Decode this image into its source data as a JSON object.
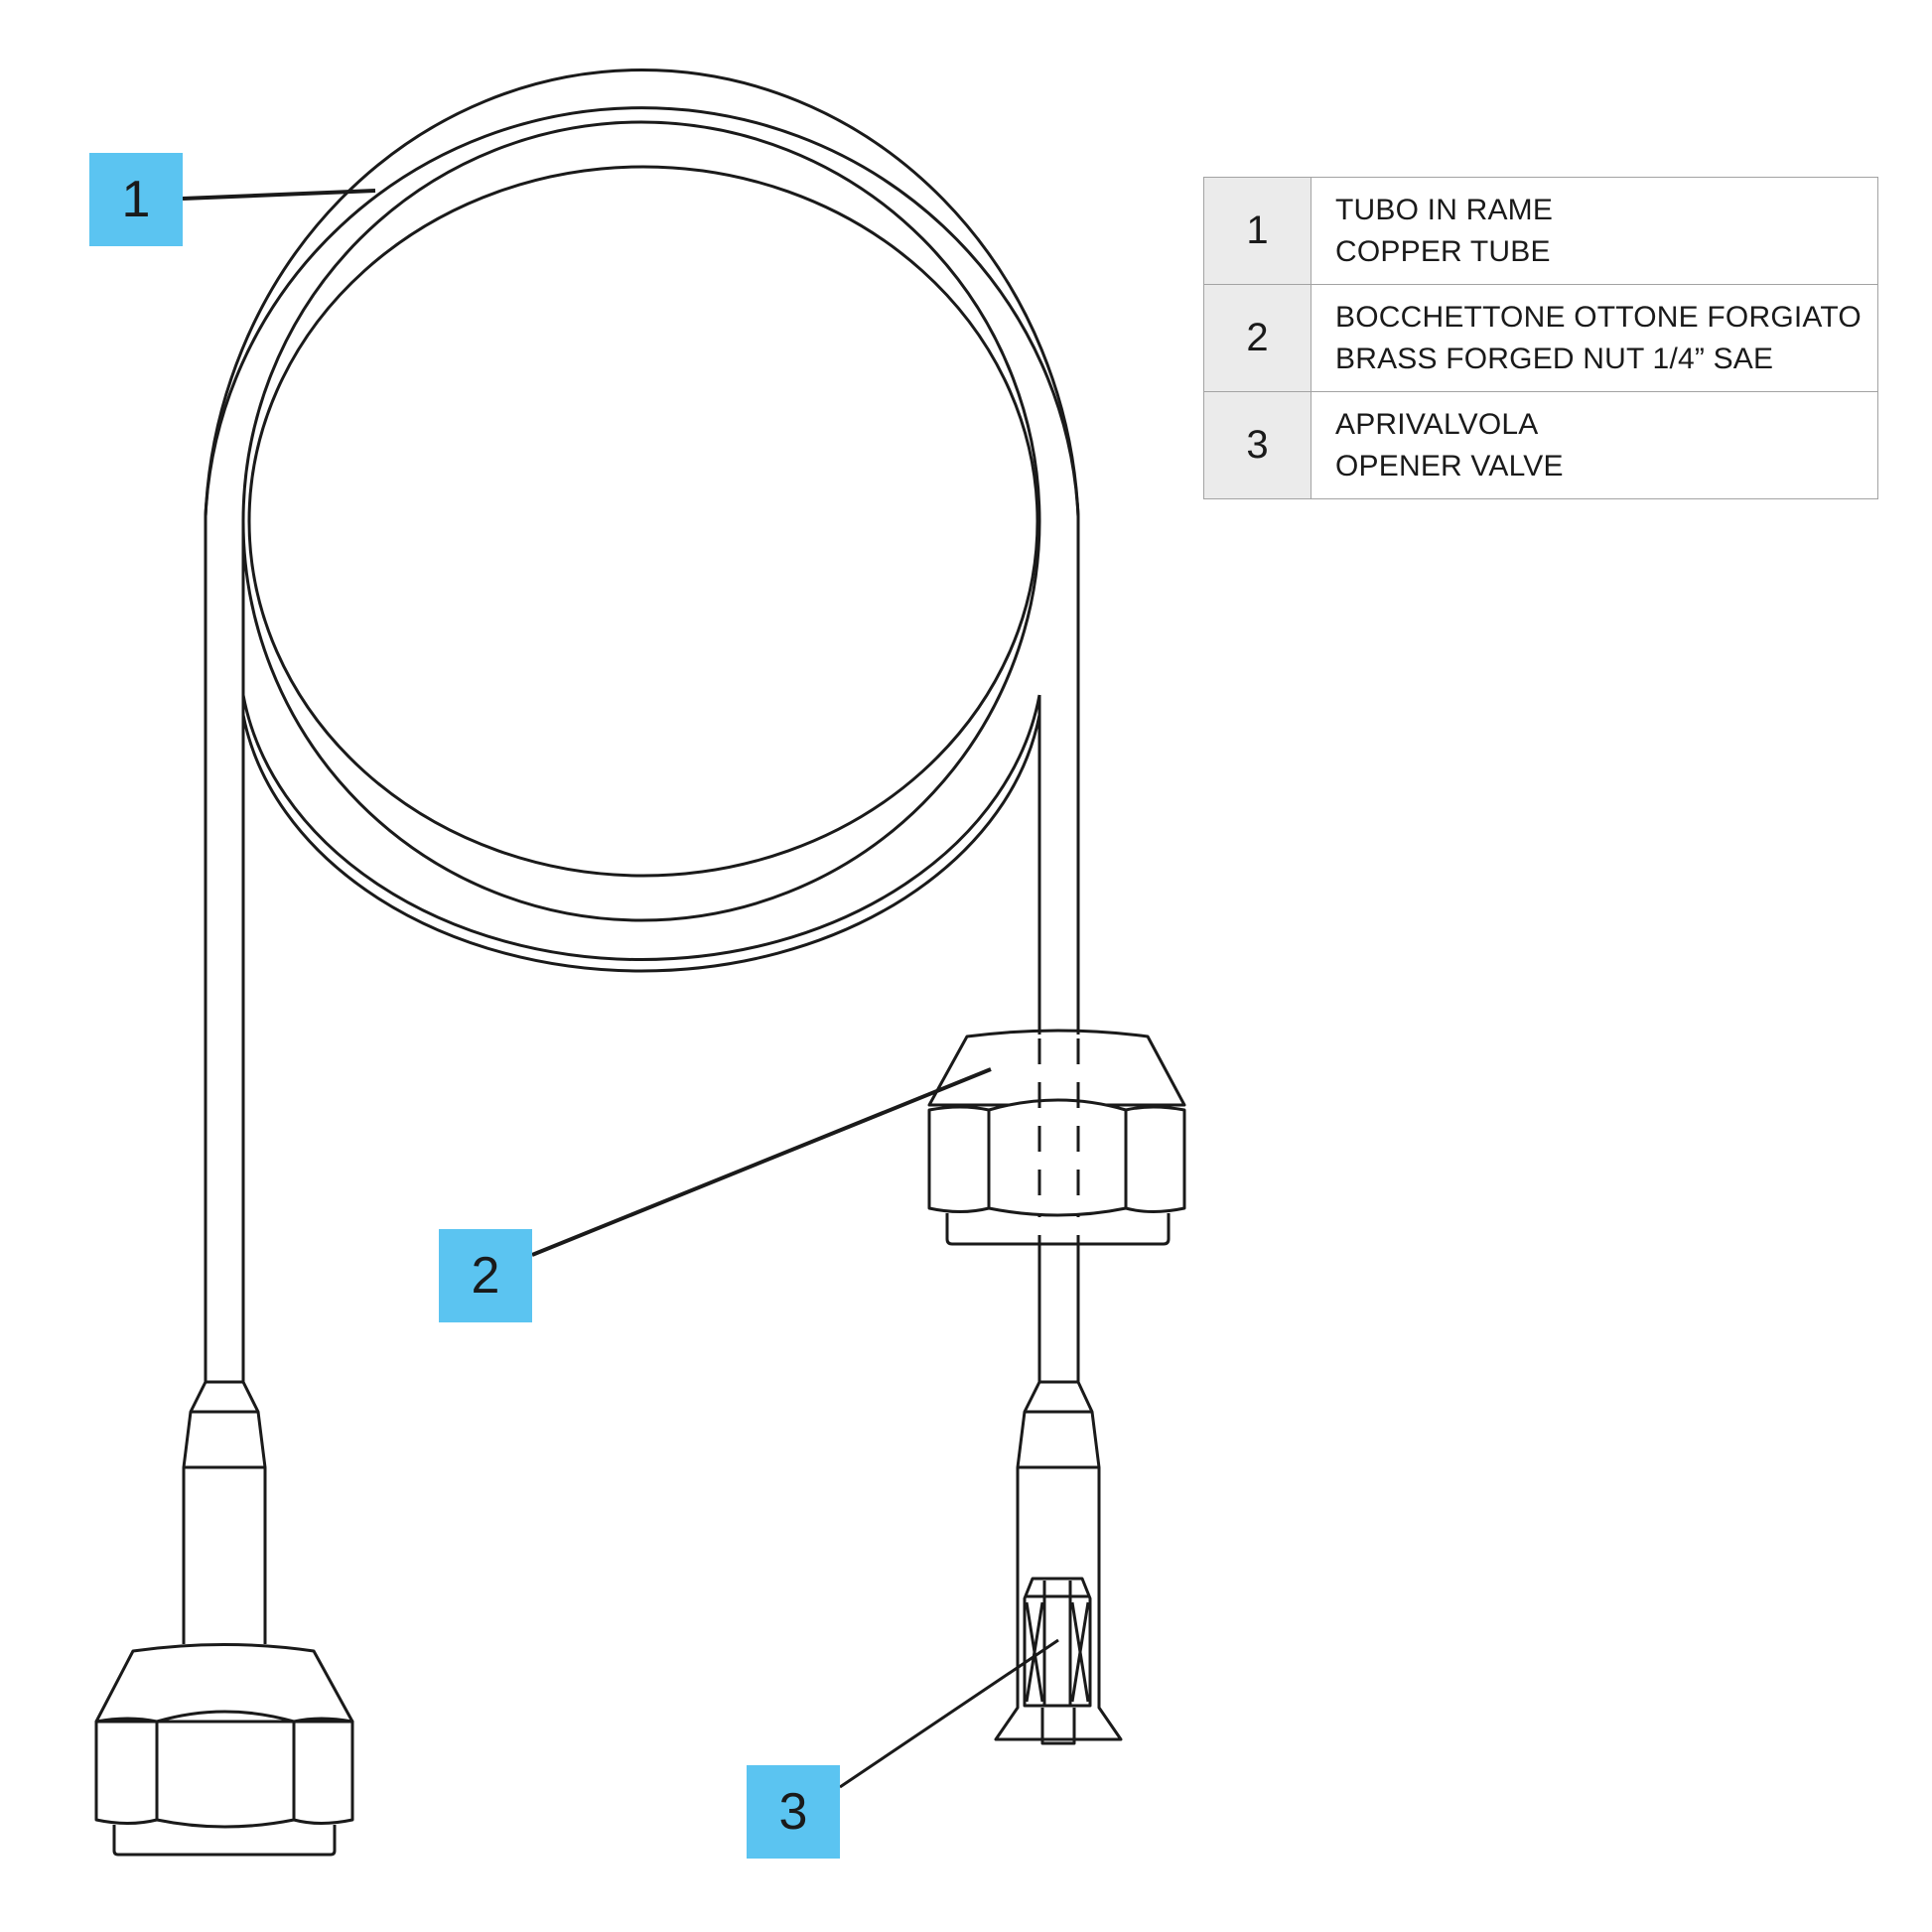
{
  "colors": {
    "callout": "#5bc4f1",
    "line": "#1a1a1a",
    "table_number_cell": "#ebebeb",
    "table_border": "#a3a3a3"
  },
  "callouts": [
    "1",
    "2",
    "3"
  ],
  "parts": [
    {
      "number": "1",
      "it": "TUBO IN RAME",
      "en": "COPPER TUBE"
    },
    {
      "number": "2",
      "it": "BOCCHETTONE OTTONE FORGIATO",
      "en": "BRASS FORGED NUT 1/4” SAE"
    },
    {
      "number": "3",
      "it": "APRIVALVOLA",
      "en": "OPENER VALVE"
    }
  ]
}
